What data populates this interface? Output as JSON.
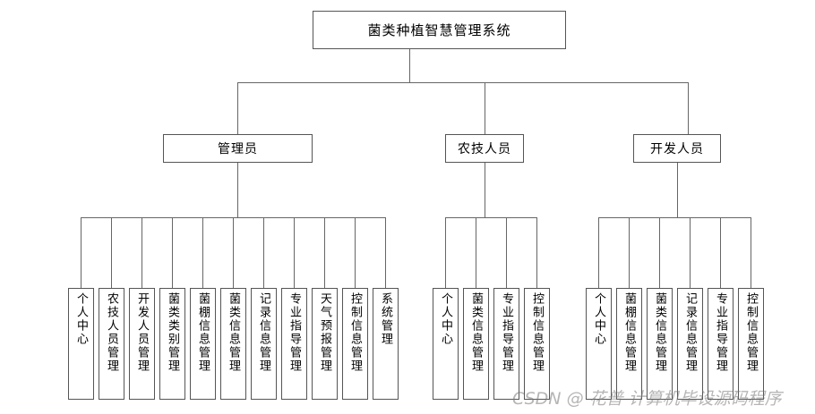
{
  "diagram": {
    "title": "菌类种植智慧管理系统",
    "type": "system-function-tree",
    "root": {
      "label": "菌类种植智慧管理系统"
    },
    "roles": [
      {
        "id": "admin",
        "label": "管理员",
        "children": [
          "个人中心",
          "农技人员管理",
          "开发人员管理",
          "菌类类别管理",
          "菌棚信息管理",
          "菌类信息管理",
          "记录信息管理",
          "专业指导管理",
          "天气预报管理",
          "控制信息管理",
          "系统管理"
        ]
      },
      {
        "id": "agritech",
        "label": "农技人员",
        "children": [
          "个人中心",
          "菌类信息管理",
          "专业指导管理",
          "控制信息管理"
        ]
      },
      {
        "id": "developer",
        "label": "开发人员",
        "children": [
          "个人中心",
          "菌棚信息管理",
          "菌类信息管理",
          "记录信息管理",
          "专业指导管理",
          "控制信息管理"
        ]
      }
    ]
  },
  "watermark": {
    "text": "CSDN @ 花普 计算机毕设源码程序"
  },
  "colors": {
    "background": "#ffffff",
    "box_border": "#555555",
    "connector": "#666666",
    "text": "#000000",
    "watermark": "#787878"
  }
}
